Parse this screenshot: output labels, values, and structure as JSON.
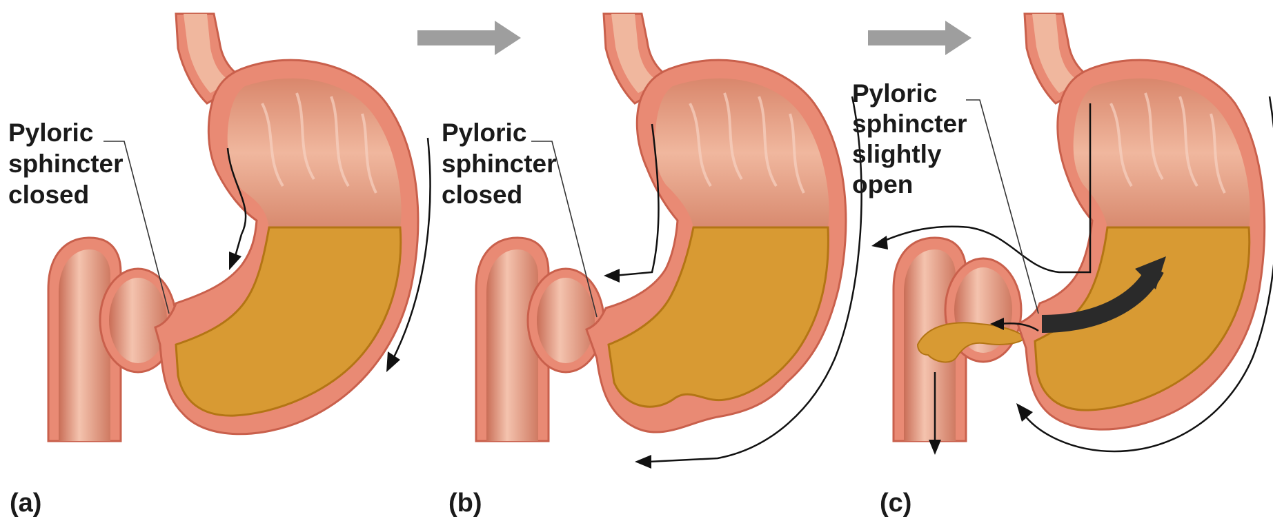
{
  "panels": [
    {
      "id": "a",
      "letter": "(a)",
      "label_lines": [
        "Pyloric",
        "sphincter",
        "closed"
      ]
    },
    {
      "id": "b",
      "letter": "(b)",
      "label_lines": [
        "Pyloric",
        "sphincter",
        "closed"
      ]
    },
    {
      "id": "c",
      "letter": "(c)",
      "label_lines": [
        "Pyloric",
        "sphincter",
        "slightly",
        "open"
      ]
    }
  ],
  "colors": {
    "wall": "#e98a74",
    "wall_edge": "#c9604c",
    "lining_top": "#f3c1aa",
    "lining_mid": "#cf7c63",
    "chyme": "#d89a33",
    "chyme_edge": "#b37514",
    "step_arrow": "#9e9e9e",
    "motion_arrow": "#111111",
    "thick_arrow": "#2a2a2a"
  },
  "icons": [
    "step-arrow-right",
    "peristalsis-arrow",
    "mixing-arrow"
  ]
}
